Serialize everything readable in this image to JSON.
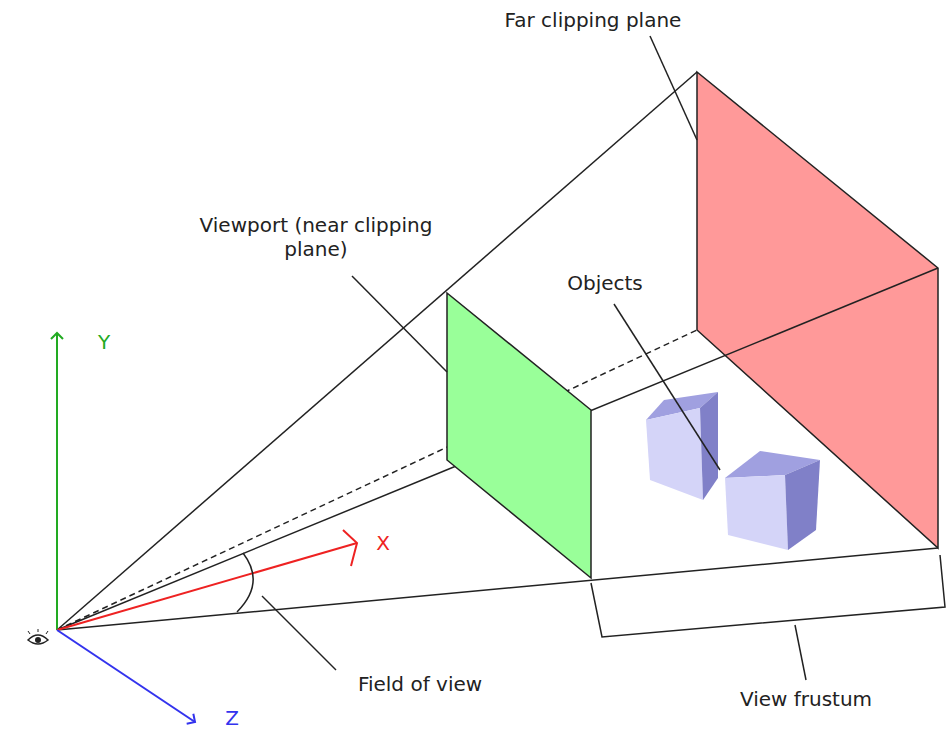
{
  "diagram": {
    "labels": [
      "Far clipping plane",
      "Viewport (near clipping plane)",
      "Objects",
      "Y",
      "X",
      "Z",
      "Field of view",
      "View frustum"
    ]
  }
}
